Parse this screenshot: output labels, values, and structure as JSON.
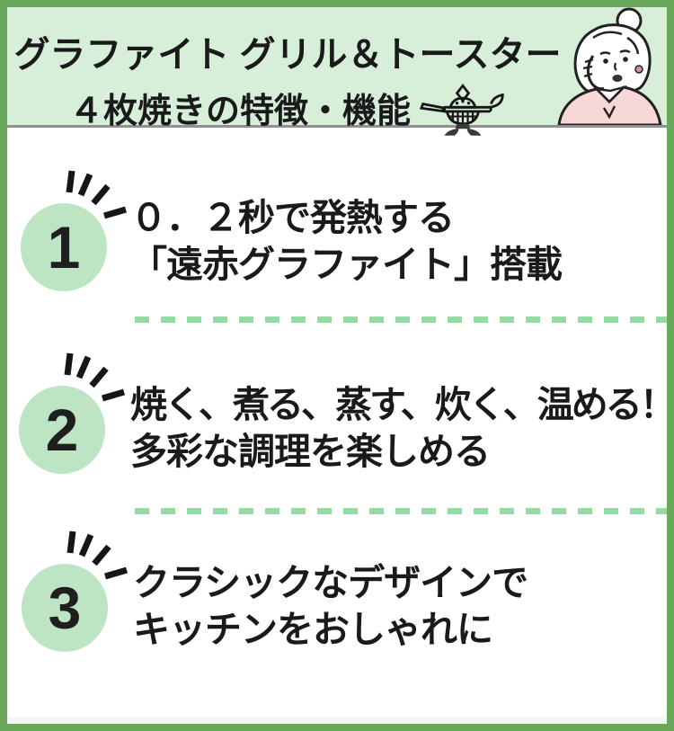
{
  "colors": {
    "border_green": "#6aa95c",
    "header_bg": "#d7efd8",
    "circle_green": "#bde5c3",
    "dash_green": "#94dba4",
    "text_dark": "#1a1a1a",
    "header_divider": "#919191",
    "shirt_pink": "#f8d8d6",
    "earring_pink": "#cf9396",
    "body_bg": "#ffffff",
    "footer_strip": "#f3f8f2"
  },
  "header": {
    "title_line1": "グラファイト グリル＆トースター",
    "title_line2": "４枚焼きの特徴・機能"
  },
  "icons": {
    "lamp": "aladdin-lamp-icon",
    "sparkle": "emphasis-rays-icon",
    "woman": "woman-hand-on-cheek-illustration"
  },
  "features": [
    {
      "number": "1",
      "lines": [
        "０．２秒で発熱する",
        "「遠赤グラファイト」搭載"
      ]
    },
    {
      "number": "2",
      "lines": [
        "焼く、煮る、蒸す、炊く、温める！",
        "多彩な調理を楽しめる"
      ]
    },
    {
      "number": "3",
      "lines": [
        "クラシックなデザインで",
        "キッチンをおしゃれに"
      ]
    }
  ]
}
